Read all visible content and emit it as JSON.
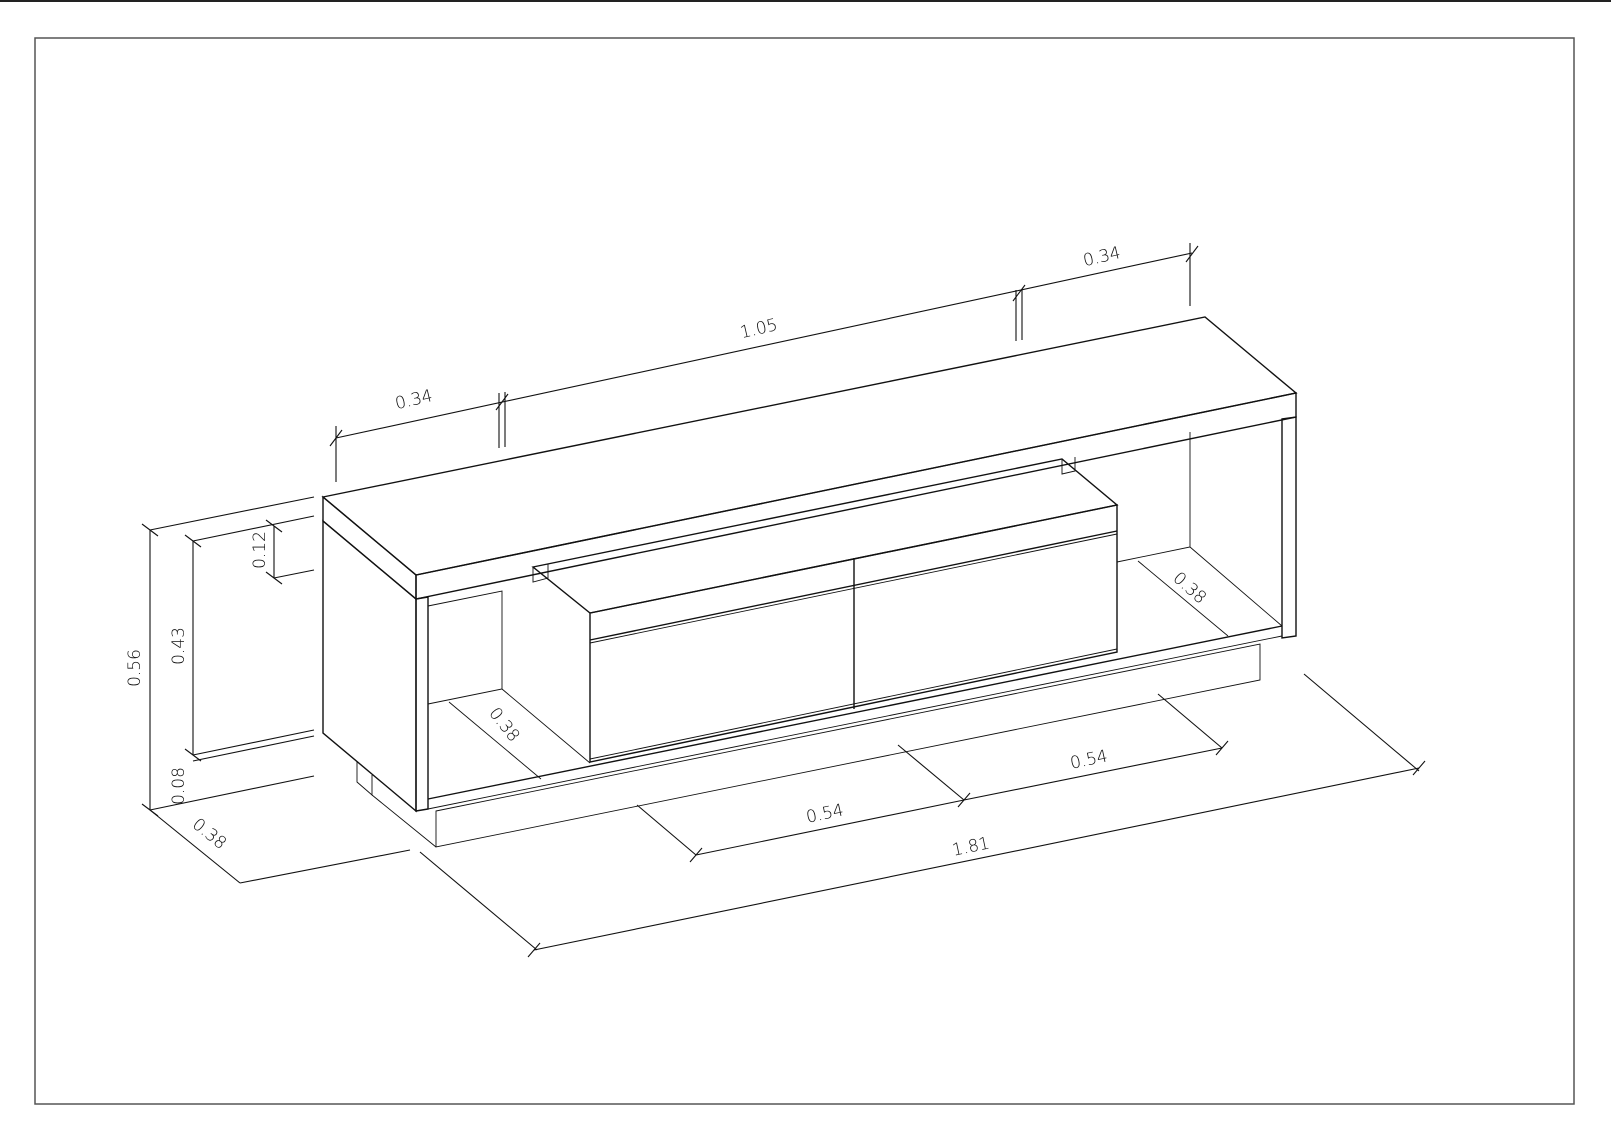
{
  "drawing": {
    "subject": "TV stand isometric dimension drawing",
    "units": "m"
  },
  "dimensions": {
    "top_left_segment": "0.34",
    "top_middle_segment": "1.05",
    "top_right_segment": "0.34",
    "overall_height": "0.56",
    "inner_height": "0.43",
    "top_thickness": "0.12",
    "base_height": "0.08",
    "depth_side": "0.38",
    "depth_left_compartment": "0.38",
    "depth_right_compartment": "0.38",
    "drawer_width_left": "0.54",
    "drawer_width_right": "0.54",
    "overall_width": "1.81"
  }
}
